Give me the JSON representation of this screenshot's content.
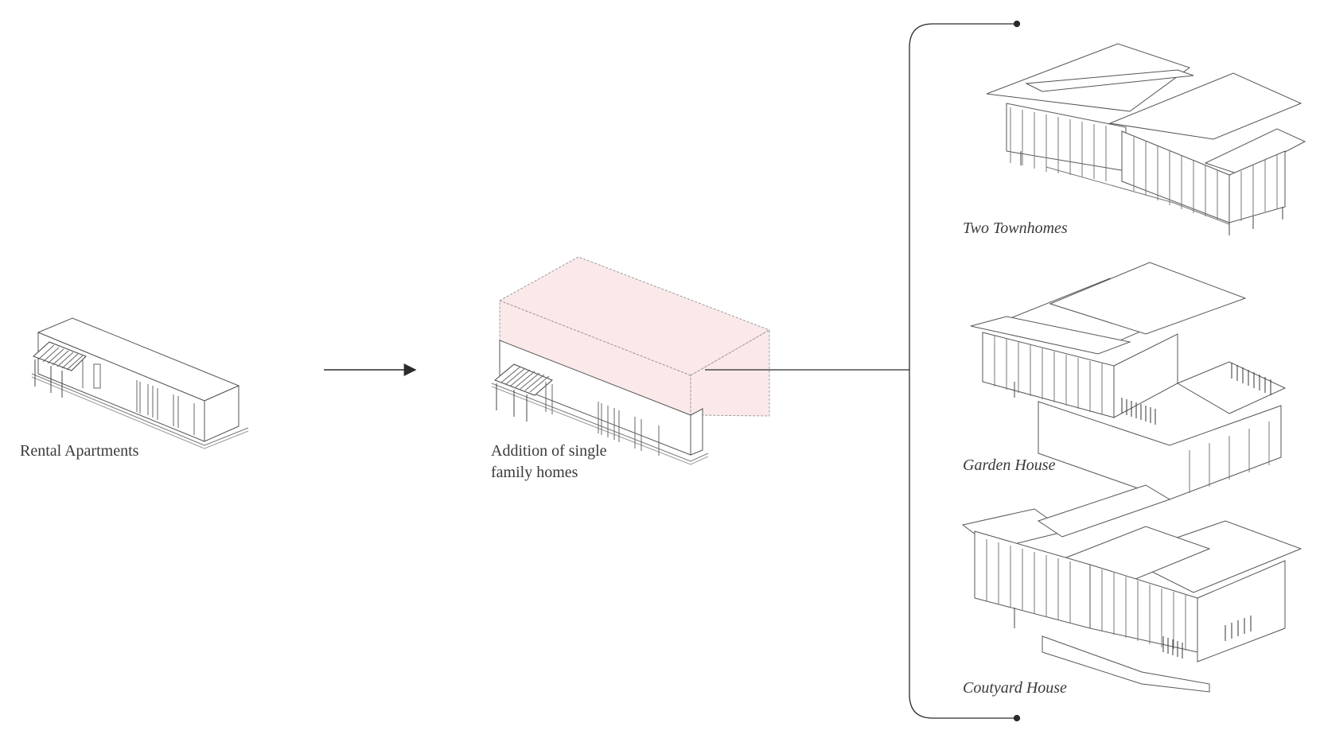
{
  "colors": {
    "line": "#2b2b2b",
    "thin_line": "#8a8a8a",
    "addition_fill": "#fbe9ea",
    "text": "#3a3a3a"
  },
  "labels": {
    "rental": "Rental Apartments",
    "addition_line1": "Addition of  single",
    "addition_line2": "family homes",
    "two_townhomes": "Two Townhomes",
    "garden_house": "Garden House",
    "courtyard_house": "Coutyard House"
  }
}
